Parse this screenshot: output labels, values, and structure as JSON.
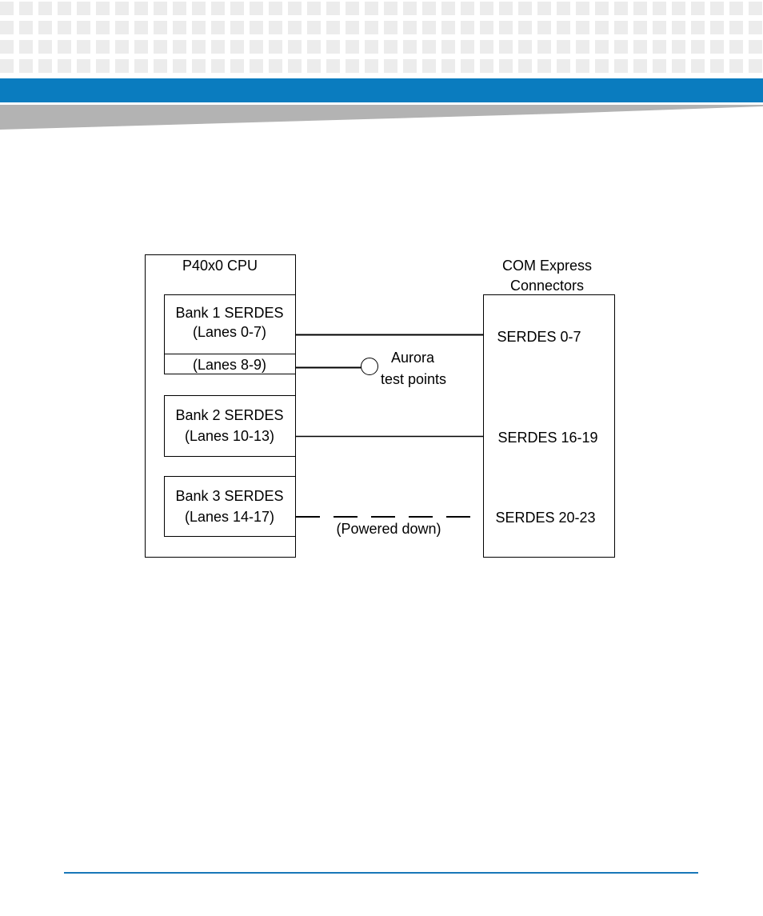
{
  "colors": {
    "header_bar": "#0a7cbf",
    "swoosh": "#b3b3b3",
    "footer_rule": "#1877b8",
    "pattern": "#ececec"
  },
  "diagram": {
    "cpu": {
      "title": "P40x0 CPU",
      "bank1": {
        "line1": "Bank 1 SERDES",
        "line2": "(Lanes 0-7)"
      },
      "lanes_8_9": "(Lanes 8-9)",
      "bank2": {
        "line1": "Bank 2 SERDES",
        "line2": "(Lanes 10-13)"
      },
      "bank3": {
        "line1": "Bank 3 SERDES",
        "line2": "(Lanes 14-17)"
      }
    },
    "aurora": {
      "line1": "Aurora",
      "line2": "test points"
    },
    "powered_down_label": "(Powered down)",
    "com_express": {
      "title_line1": "COM Express",
      "title_line2": "Connectors",
      "serdes_0_7": "SERDES 0-7",
      "serdes_16_19": "SERDES 16-19",
      "serdes_20_23": "SERDES 20-23"
    }
  }
}
